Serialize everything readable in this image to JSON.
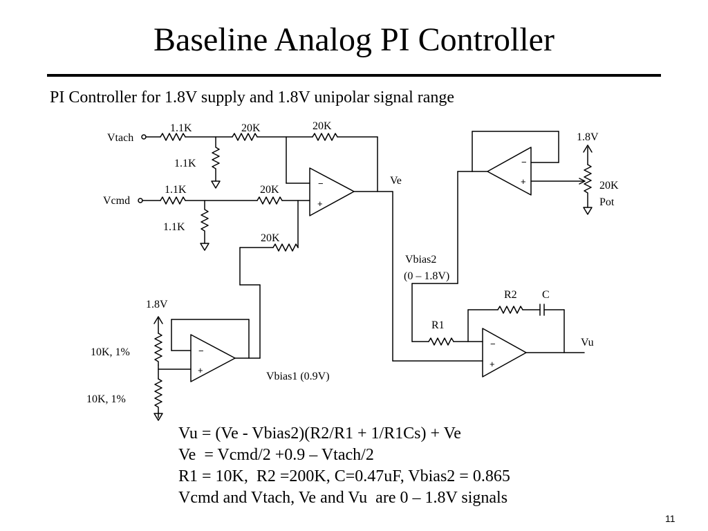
{
  "slide": {
    "title": "Baseline Analog PI Controller",
    "subtitle": "PI Controller for 1.8V supply and 1.8V unipolar signal range",
    "page_number": "11"
  },
  "schematic": {
    "input_vtach": "Vtach",
    "input_vcmd": "Vcmd",
    "r_vtach_series": "1.1K",
    "r_vtach_shunt": "1.1K",
    "r_vcmd_series": "1.1K",
    "r_vcmd_shunt": "1.1K",
    "r_vtach_to_inv": "20K",
    "r_feedback_top": "20K",
    "r_vcmd_to_noninv": "20K",
    "r_vbias1_to_noninv": "20K",
    "node_ve": "Ve",
    "supply_pot": "1.8V",
    "pot_value": "20K",
    "pot_label": "Pot",
    "vbias2_label": "Vbias2",
    "vbias2_range": "(0 – 1.8V)",
    "r2_label": "R2",
    "c_label": "C",
    "r1_label": "R1",
    "output_vu": "Vu",
    "supply_divider": "1.8V",
    "r_divider_top": "10K, 1%",
    "r_divider_bottom": "10K, 1%",
    "vbias1_label": "Vbias1 (0.9V)",
    "opamp_minus": "−",
    "opamp_plus": "+"
  },
  "equations": [
    "Vu = (Ve - Vbias2)(R2/R1 + 1/R1Cs) + Ve",
    "Ve  = Vcmd/2 +0.9 – Vtach/2",
    "R1 = 10K,  R2 =200K, C=0.47uF, Vbias2 = 0.865",
    "Vcmd and Vtach, Ve and Vu  are 0 – 1.8V signals"
  ]
}
